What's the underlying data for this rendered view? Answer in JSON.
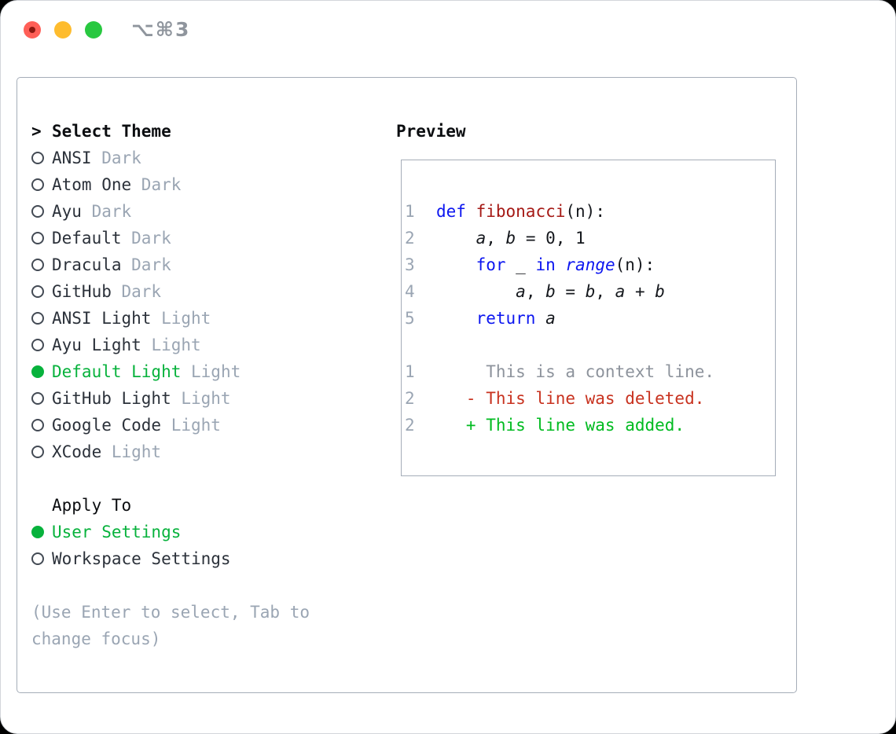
{
  "window": {
    "shortcut_label": "⌥⌘3",
    "traffic_lights": [
      "close",
      "minimize",
      "zoom"
    ]
  },
  "theme_panel": {
    "header_marker": ">",
    "header": "Select Theme",
    "items": [
      {
        "name": "ANSI",
        "variant": "Dark",
        "selected": false
      },
      {
        "name": "Atom One",
        "variant": "Dark",
        "selected": false
      },
      {
        "name": "Ayu",
        "variant": "Dark",
        "selected": false
      },
      {
        "name": "Default",
        "variant": "Dark",
        "selected": false
      },
      {
        "name": "Dracula",
        "variant": "Dark",
        "selected": false
      },
      {
        "name": "GitHub",
        "variant": "Dark",
        "selected": false
      },
      {
        "name": "ANSI Light",
        "variant": "Light",
        "selected": false
      },
      {
        "name": "Ayu Light",
        "variant": "Light",
        "selected": false
      },
      {
        "name": "Default Light",
        "variant": "Light",
        "selected": true
      },
      {
        "name": "GitHub Light",
        "variant": "Light",
        "selected": false
      },
      {
        "name": "Google Code",
        "variant": "Light",
        "selected": false
      },
      {
        "name": "XCode",
        "variant": "Light",
        "selected": false
      }
    ],
    "apply_header": "Apply To",
    "apply_items": [
      {
        "name": "User Settings",
        "selected": true
      },
      {
        "name": "Workspace Settings",
        "selected": false
      }
    ],
    "hint": "(Use Enter to select, Tab to change focus)"
  },
  "preview": {
    "title": "Preview",
    "code_lines": [
      {
        "no": "1",
        "tokens": [
          {
            "t": "def",
            "c": "kw"
          },
          {
            "t": " "
          },
          {
            "t": "fibonacci",
            "c": "fn"
          },
          {
            "t": "(n):"
          }
        ]
      },
      {
        "no": "2",
        "tokens": [
          {
            "t": "    "
          },
          {
            "t": "a",
            "c": "var"
          },
          {
            "t": ", "
          },
          {
            "t": "b",
            "c": "var"
          },
          {
            "t": " = 0, 1"
          }
        ]
      },
      {
        "no": "3",
        "tokens": [
          {
            "t": "    "
          },
          {
            "t": "for",
            "c": "kw"
          },
          {
            "t": " _ "
          },
          {
            "t": "in",
            "c": "kw"
          },
          {
            "t": " "
          },
          {
            "t": "range",
            "c": "bi"
          },
          {
            "t": "(n):"
          }
        ]
      },
      {
        "no": "4",
        "tokens": [
          {
            "t": "        "
          },
          {
            "t": "a",
            "c": "var"
          },
          {
            "t": ", "
          },
          {
            "t": "b",
            "c": "var"
          },
          {
            "t": " = "
          },
          {
            "t": "b",
            "c": "var"
          },
          {
            "t": ", "
          },
          {
            "t": "a",
            "c": "var"
          },
          {
            "t": " + "
          },
          {
            "t": "b",
            "c": "var"
          }
        ]
      },
      {
        "no": "5",
        "tokens": [
          {
            "t": "    "
          },
          {
            "t": "return",
            "c": "kw"
          },
          {
            "t": " "
          },
          {
            "t": "a",
            "c": "var"
          }
        ]
      }
    ],
    "diff_lines": [
      {
        "no": "1",
        "type": "context",
        "text": "     This is a context line."
      },
      {
        "no": "2",
        "type": "deleted",
        "text": "   - This line was deleted."
      },
      {
        "no": "2",
        "type": "added",
        "text": "   + This line was added."
      }
    ]
  },
  "colors": {
    "accent_green": "#07b23c",
    "added_green": "#00bb20",
    "deleted_red": "#c8321f",
    "keyword_blue": "#0c16f0",
    "function_red": "#a51915",
    "muted_gray": "#9aa5b3",
    "context_gray": "#8d939c",
    "text_dark": "#22272e",
    "border_gray": "#a5adb8",
    "traffic_red": "#ff5f57",
    "traffic_yellow": "#febc2e",
    "traffic_green": "#28c840"
  }
}
